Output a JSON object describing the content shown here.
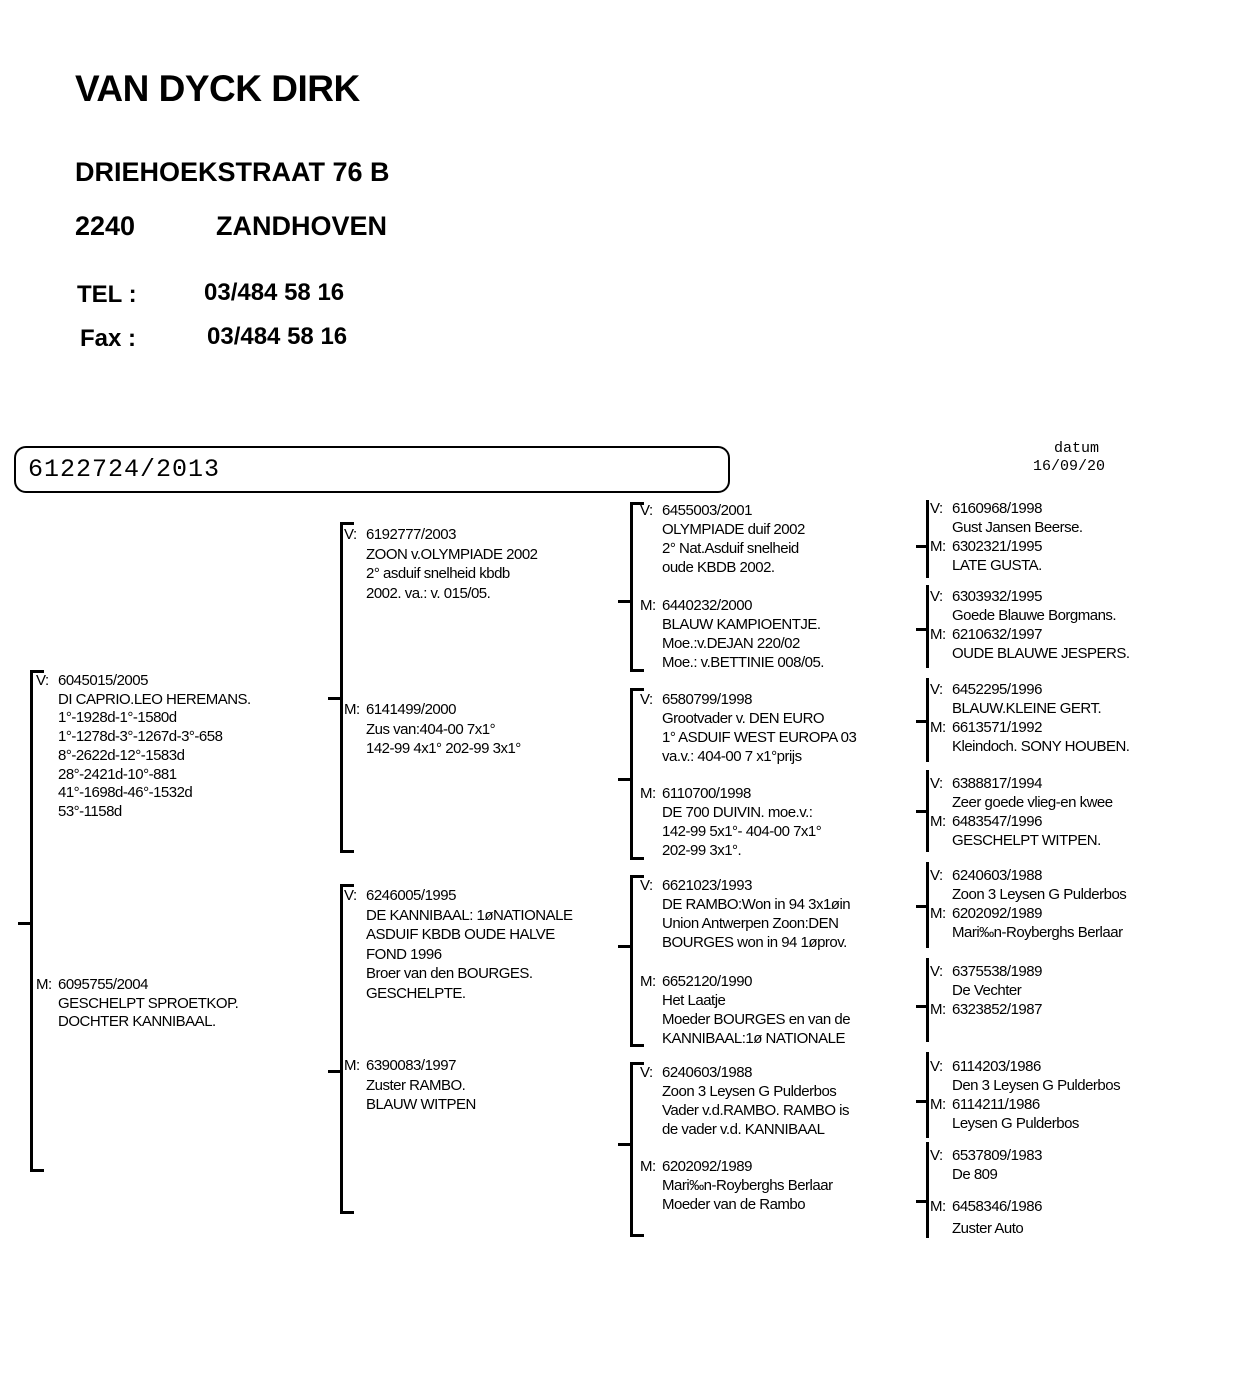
{
  "owner": {
    "name": "VAN DYCK DIRK",
    "street": "DRIEHOEKSTRAAT 76 B",
    "zip": "2240",
    "city": "ZANDHOVEN",
    "tel_label": "TEL :",
    "tel": "03/484 58 16",
    "fax_label": "Fax :",
    "fax": "03/484 58 16"
  },
  "ring_number": "6122724/2013",
  "datum": {
    "label": "datum",
    "value": "16/09/20"
  },
  "gen1": [
    {
      "label": "V:",
      "ring": "6045015/2005",
      "notes": [
        "DI CAPRIO.LEO HEREMANS.",
        "1°-1928d-1°-1580d",
        "1°-1278d-3°-1267d-3°-658",
        "8°-2622d-12°-1583d",
        "28°-2421d-10°-881",
        "41°-1698d-46°-1532d",
        "53°-1158d"
      ]
    },
    {
      "label": "M:",
      "ring": "6095755/2004",
      "notes": [
        "GESCHELPT SPROETKOP.",
        "DOCHTER KANNIBAAL."
      ]
    }
  ],
  "gen2": [
    {
      "label": "V:",
      "ring": "6192777/2003",
      "notes": [
        "ZOON v.OLYMPIADE 2002",
        "2° asduif snelheid kbdb",
        "2002. va.: v. 015/05."
      ]
    },
    {
      "label": "M:",
      "ring": "6141499/2000",
      "notes": [
        "Zus van:404-00 7x1°",
        "142-99 4x1° 202-99 3x1°"
      ]
    },
    {
      "label": "V:",
      "ring": "6246005/1995",
      "notes": [
        "DE KANNIBAAL: 1øNATIONALE",
        "ASDUIF KBDB OUDE HALVE",
        "FOND 1996",
        "Broer van den BOURGES.",
        "GESCHELPTE."
      ]
    },
    {
      "label": "M:",
      "ring": "6390083/1997",
      "notes": [
        "Zuster RAMBO.",
        "BLAUW WITPEN"
      ]
    }
  ],
  "gen3": [
    {
      "label": "V:",
      "ring": "6455003/2001",
      "notes": [
        "OLYMPIADE duif 2002",
        "2° Nat.Asduif snelheid",
        "oude KBDB 2002."
      ]
    },
    {
      "label": "M:",
      "ring": "6440232/2000",
      "notes": [
        "BLAUW KAMPIOENTJE.",
        "Moe.:v.DEJAN 220/02",
        "Moe.: v.BETTINIE 008/05."
      ]
    },
    {
      "label": "V:",
      "ring": "6580799/1998",
      "notes": [
        "Grootvader v. DEN EURO",
        "1° ASDUIF WEST EUROPA 03",
        "va.v.: 404-00 7 x1°prijs"
      ]
    },
    {
      "label": "M:",
      "ring": "6110700/1998",
      "notes": [
        "DE 700 DUIVIN. moe.v.:",
        "142-99 5x1°- 404-00 7x1°",
        "202-99 3x1°."
      ]
    },
    {
      "label": "V:",
      "ring": "6621023/1993",
      "notes": [
        "DE RAMBO:Won in 94 3x1øin",
        "Union Antwerpen Zoon:DEN",
        "BOURGES won in 94 1øprov."
      ]
    },
    {
      "label": "M:",
      "ring": "6652120/1990",
      "notes": [
        "Het Laatje",
        "Moeder BOURGES en van de",
        "KANNIBAAL:1ø NATIONALE"
      ]
    },
    {
      "label": "V:",
      "ring": "6240603/1988",
      "notes": [
        "Zoon 3 Leysen G Pulderbos",
        "Vader v.d.RAMBO. RAMBO is",
        "de vader v.d. KANNIBAAL"
      ]
    },
    {
      "label": "M:",
      "ring": "6202092/1989",
      "notes": [
        "Mari‰n-Royberghs Berlaar",
        "Moeder van de Rambo"
      ]
    }
  ],
  "gen4": [
    [
      {
        "label": "V:",
        "ring": "6160968/1998",
        "notes": [
          "Gust Jansen Beerse."
        ]
      },
      {
        "label": "M:",
        "ring": "6302321/1995",
        "notes": [
          "LATE GUSTA."
        ]
      }
    ],
    [
      {
        "label": "V:",
        "ring": "6303932/1995",
        "notes": [
          "Goede Blauwe Borgmans."
        ]
      },
      {
        "label": "M:",
        "ring": "6210632/1997",
        "notes": [
          "OUDE BLAUWE JESPERS."
        ]
      }
    ],
    [
      {
        "label": "V:",
        "ring": "6452295/1996",
        "notes": [
          "BLAUW.KLEINE GERT."
        ]
      },
      {
        "label": "M:",
        "ring": "6613571/1992",
        "notes": [
          "Kleindoch. SONY HOUBEN."
        ]
      }
    ],
    [
      {
        "label": "V:",
        "ring": "6388817/1994",
        "notes": [
          "Zeer goede vlieg-en kwee"
        ]
      },
      {
        "label": "M:",
        "ring": "6483547/1996",
        "notes": [
          "GESCHELPT WITPEN."
        ]
      }
    ],
    [
      {
        "label": "V:",
        "ring": "6240603/1988",
        "notes": [
          "Zoon 3 Leysen G Pulderbos"
        ]
      },
      {
        "label": "M:",
        "ring": "6202092/1989",
        "notes": [
          "Mari‰n-Royberghs Berlaar"
        ]
      }
    ],
    [
      {
        "label": "V:",
        "ring": "6375538/1989",
        "notes": [
          "De Vechter"
        ]
      },
      {
        "label": "M:",
        "ring": "6323852/1987",
        "notes": []
      }
    ],
    [
      {
        "label": "V:",
        "ring": "6114203/1986",
        "notes": [
          "Den 3 Leysen G Pulderbos"
        ]
      },
      {
        "label": "M:",
        "ring": "6114211/1986",
        "notes": [
          "Leysen G Pulderbos"
        ]
      }
    ],
    [
      {
        "label": "V:",
        "ring": "6537809/1983",
        "notes": [
          "De 809"
        ]
      },
      {
        "label": "M:",
        "ring": "6458346/1986",
        "notes": [
          "Zuster Auto"
        ]
      }
    ]
  ]
}
